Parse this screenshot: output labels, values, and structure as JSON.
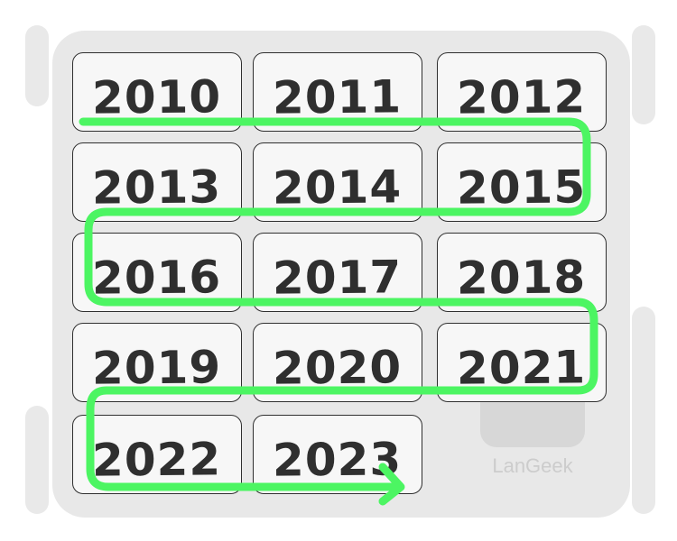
{
  "years": [
    "2010",
    "2011",
    "2012",
    "2013",
    "2014",
    "2015",
    "2016",
    "2017",
    "2018",
    "2019",
    "2020",
    "2021",
    "2022",
    "2023"
  ],
  "watermark": {
    "text": "LanGeek"
  },
  "colors": {
    "route": "#4cf562",
    "tile_border": "#2f2f2f",
    "tile_fill": "#f7f7f7",
    "panel": "#e8e8e8"
  },
  "icons": {
    "route_end": "arrow-head-icon",
    "watermark": "langeek-logo-icon"
  }
}
